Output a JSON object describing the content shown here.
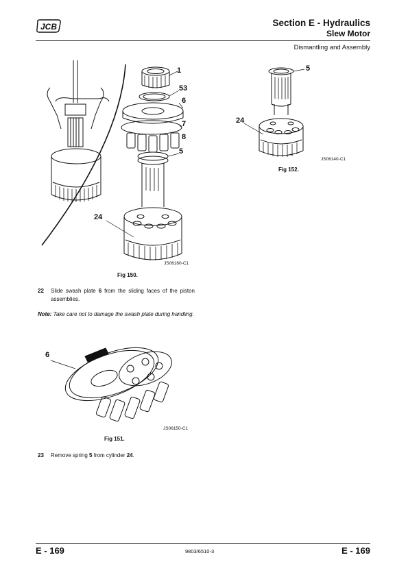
{
  "header": {
    "logo_text": "JCB",
    "section_title": "Section E - Hydraulics",
    "subsection_title": "Slew Motor",
    "description": "Dismantling and Assembly"
  },
  "fig150": {
    "callouts": [
      "1",
      "53",
      "6",
      "7",
      "8",
      "5",
      "24"
    ],
    "code": "JS06160-C1",
    "caption": "Fig 150."
  },
  "fig152": {
    "callouts": [
      "5",
      "24"
    ],
    "code": "JS06140-C1",
    "caption": "Fig 152."
  },
  "fig151": {
    "callouts": [
      "6"
    ],
    "code": "JS06150-C1",
    "caption": "Fig 151."
  },
  "steps": [
    {
      "number": "22",
      "pre": "Slide swash plate ",
      "bold": "6",
      "post": " from the sliding faces of the piston assemblies."
    },
    {
      "number": "23",
      "pre": "Remove spring ",
      "bold": "5",
      "mid": " from cylinder ",
      "bold2": "24",
      "post": "."
    }
  ],
  "note": {
    "label": "Note:",
    "text": " Take care not to damage the swash plate during handling."
  },
  "footer": {
    "page_left": "E - 169",
    "doc_code": "9803/6510-3",
    "page_right": "E - 169"
  }
}
